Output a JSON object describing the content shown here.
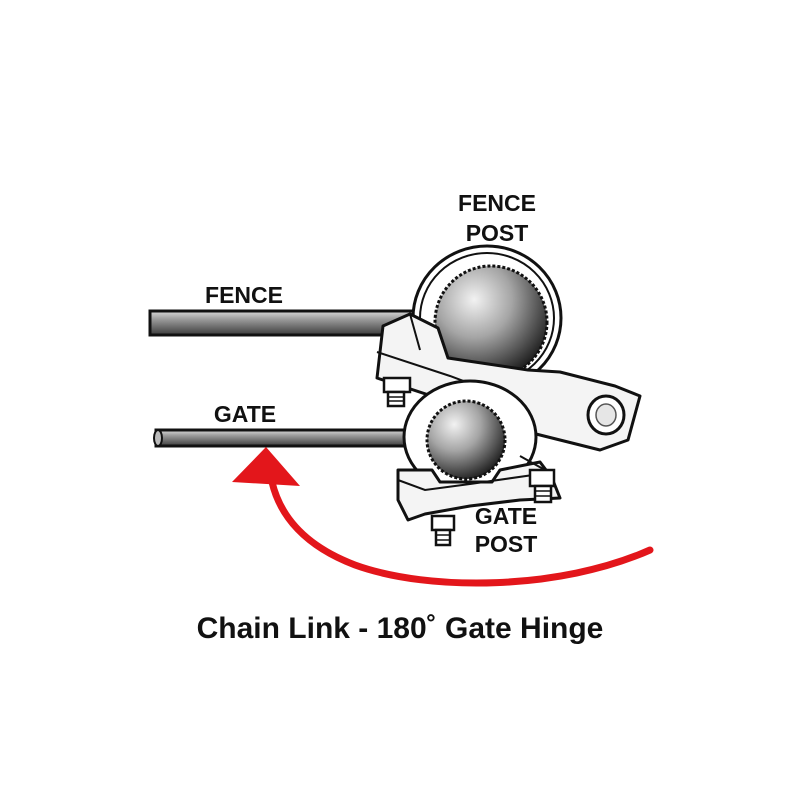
{
  "labels": {
    "fence_post_line1": "FENCE",
    "fence_post_line2": "POST",
    "fence": "FENCE",
    "gate": "GATE",
    "gate_post_line1": "GATE",
    "gate_post_line2": "POST"
  },
  "caption": "Chain Link - 180˚ Gate Hinge",
  "colors": {
    "arrow": "#e3161b",
    "outline": "#111111",
    "rail_fill": "#8a8a8a",
    "clamp_fill": "#f4f4f4"
  },
  "icons": {
    "arrow": "curved-swing-arrow-icon",
    "bolt": "hex-bolt-icon"
  }
}
